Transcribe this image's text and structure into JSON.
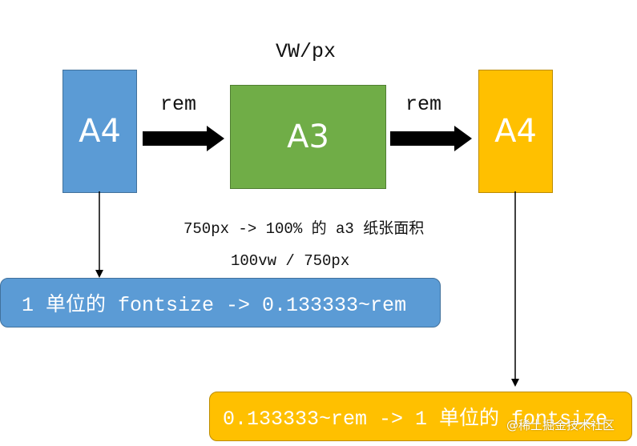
{
  "title": "VW/px",
  "boxes": {
    "left": {
      "label": "A4",
      "color": "#5B9BD5"
    },
    "middle": {
      "label": "A3",
      "color": "#70AD47"
    },
    "right": {
      "label": "A4",
      "color": "#FFC000"
    }
  },
  "arrow_labels": {
    "left": "rem",
    "right": "rem"
  },
  "notes": {
    "line1": "750px -> 100% 的 a3 纸张面积",
    "line2": "100vw / 750px"
  },
  "pills": {
    "blue": {
      "text": "1 单位的 fontsize -> 0.133333~rem",
      "color": "#5B9BD5"
    },
    "orange": {
      "text": "0.133333~rem -> 1 单位的 fontsize",
      "color": "#FFC000"
    }
  },
  "watermark": "@稀土掘金技术社区"
}
